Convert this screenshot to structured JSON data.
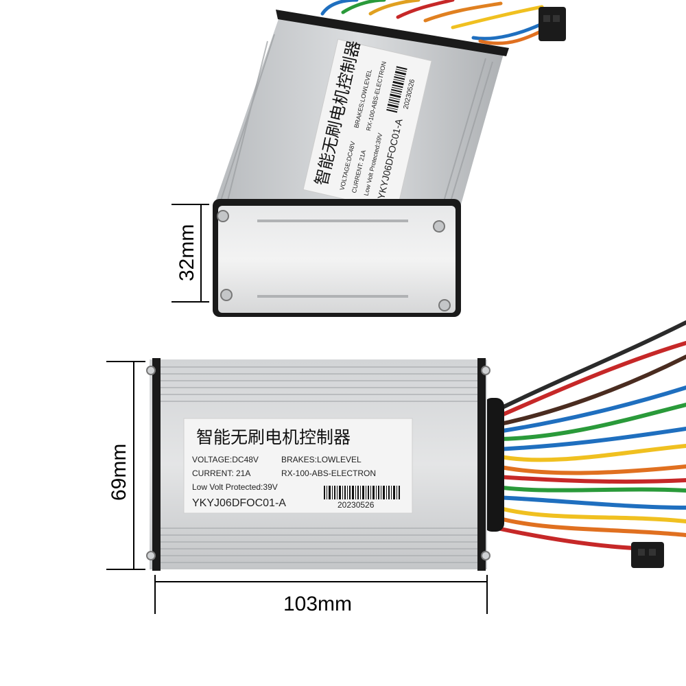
{
  "dimensions": {
    "height": "32mm",
    "width_side": "69mm",
    "length": "103mm"
  },
  "label": {
    "title_cn": "智能无刷电机控制器",
    "voltage": "VOLTAGE:DC48V",
    "brakes": "BRAKES:LOWLEVEL",
    "current": "CURRENT: 21A",
    "model": "RX-100-ABS-ELECTRON",
    "low_volt": "Low Volt Protected:39V",
    "serial": "YKYJ06DFOC01-A",
    "barcode_number": "20230526"
  },
  "colors": {
    "housing": "#c9cbcd",
    "housing_dark": "#8f9296",
    "end_cap": "#1a1a1a",
    "label_bg": "#f4f4f4"
  }
}
